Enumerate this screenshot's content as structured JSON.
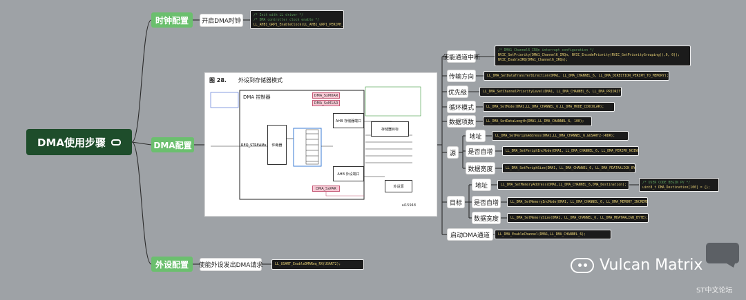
{
  "root": {
    "label": "DMA使用步骤",
    "icon": "link-icon"
  },
  "branches": {
    "clock": {
      "label": "时钟配置",
      "child": "开启DMA时钟",
      "code": [
        {
          "t": "/* Init with LL driver */",
          "c": true
        },
        {
          "t": "/* DMA controller clock enable */",
          "c": true
        },
        {
          "t": "LL_AHB1_GRP1_EnableClock(LL_AHB1_GRP1_PERIPH_DMA1);",
          "c": false
        }
      ]
    },
    "dma": {
      "label": "DMA配置",
      "items": {
        "irq": {
          "label": "使能通道中断",
          "code": [
            {
              "t": "/* DMA1_Channel6_IRQn interrupt configuration */",
              "c": true
            },
            {
              "t": "NVIC_SetPriority(DMA1_Channel6_IRQn, NVIC_EncodePriority(NVIC_GetPriorityGrouping(),0, 0));",
              "c": false
            },
            {
              "t": "NVIC_EnableIRQ(DMA1_Channel6_IRQn);",
              "c": false
            }
          ]
        },
        "direction": {
          "label": "传输方向",
          "code": "LL_DMA_SetDataTransferDirection(DMA1, LL_DMA_CHANNEL_6, LL_DMA_DIRECTION_PERIPH_TO_MEMORY);"
        },
        "priority": {
          "label": "优先级",
          "code": "LL_DMA_SetChannelPriorityLevel(DMA1, LL_DMA_CHANNEL_6, LL_DMA_PRIORITY_HIGH);"
        },
        "mode": {
          "label": "循环模式",
          "code": "LL_DMA_SetMode(DMA1,LL_DMA_CHANNEL_6,LL_DMA_MODE_CIRCULAR);"
        },
        "length": {
          "label": "数据项数",
          "code": "LL_DMA_SetDataLength(DMA1,LL_DMA_CHANNEL_6, 100);"
        },
        "source": {
          "label": "源",
          "addr": {
            "label": "地址",
            "code": "LL_DMA_SetPeriphAddress(DMA1,LL_DMA_CHANNEL_6,&USART2->RDR);"
          },
          "inc": {
            "label": "是否自增",
            "code": "LL_DMA_SetPeriphIncMode(DMA1, LL_DMA_CHANNEL_6, LL_DMA_PERIPH_NOINCREMENT);"
          },
          "width": {
            "label": "数据宽度",
            "code": "LL_DMA_SetPeriphSize(DMA1, LL_DMA_CHANNEL_6, LL_DMA_PDATAALIGN_BYTE);"
          }
        },
        "target": {
          "label": "目标",
          "addr": {
            "label": "地址",
            "code": "LL_DMA_SetMemoryAddress(DMA1,LL_DMA_CHANNEL_6,DMA_Destination);",
            "note": [
              {
                "t": "/* USER CODE BEGIN PV */",
                "c": true
              },
              {
                "t": "uint8_t DMA_Destination[100] = {};",
                "c": false
              }
            ]
          },
          "inc": {
            "label": "是否自增",
            "code": "LL_DMA_SetMemoryIncMode(DMA1, LL_DMA_CHANNEL_6, LL_DMA_MEMORY_INCREMENT);"
          },
          "width": {
            "label": "数据宽度",
            "code": "LL_DMA_SetMemorySize(DMA1, LL_DMA_CHANNEL_6, LL_DMA_MDATAALIGN_BYTE);"
          }
        },
        "enable": {
          "label": "启动DMA通道",
          "code": "LL_DMA_EnableChannel(DMA1,LL_DMA_CHANNEL_6);"
        }
      }
    },
    "peripheral": {
      "label": "外设配置",
      "child": "使能外设发出DMA请求",
      "code": "LL_USART_EnableDMAReq_RX(USART2);"
    }
  },
  "diagram": {
    "figure_no": "图 28.",
    "title": "外设到存储器模式",
    "controller": "DMA 控制器",
    "sxm0ar": "DMA_SxM0AR",
    "sxm1ar": "DMA_SxM1AR",
    "sxpar": "DMA_SxPAR",
    "ahb_mem": "AHB 存储器端口",
    "ahb_per": "AHB 外设端口",
    "mem_target": "存储器目标",
    "peripheral": "外设源",
    "arbiter": "仲裁器",
    "req": "REQ_STREAMx",
    "id": "ai15948"
  },
  "watermark": {
    "text": "Vulcan Matrix",
    "forum": "ST中文论坛"
  },
  "colors": {
    "background": "#9ea2a6",
    "root": "#1e4d2b",
    "branch": "#6bbf6e",
    "code_bg": "#1b1b1b"
  }
}
